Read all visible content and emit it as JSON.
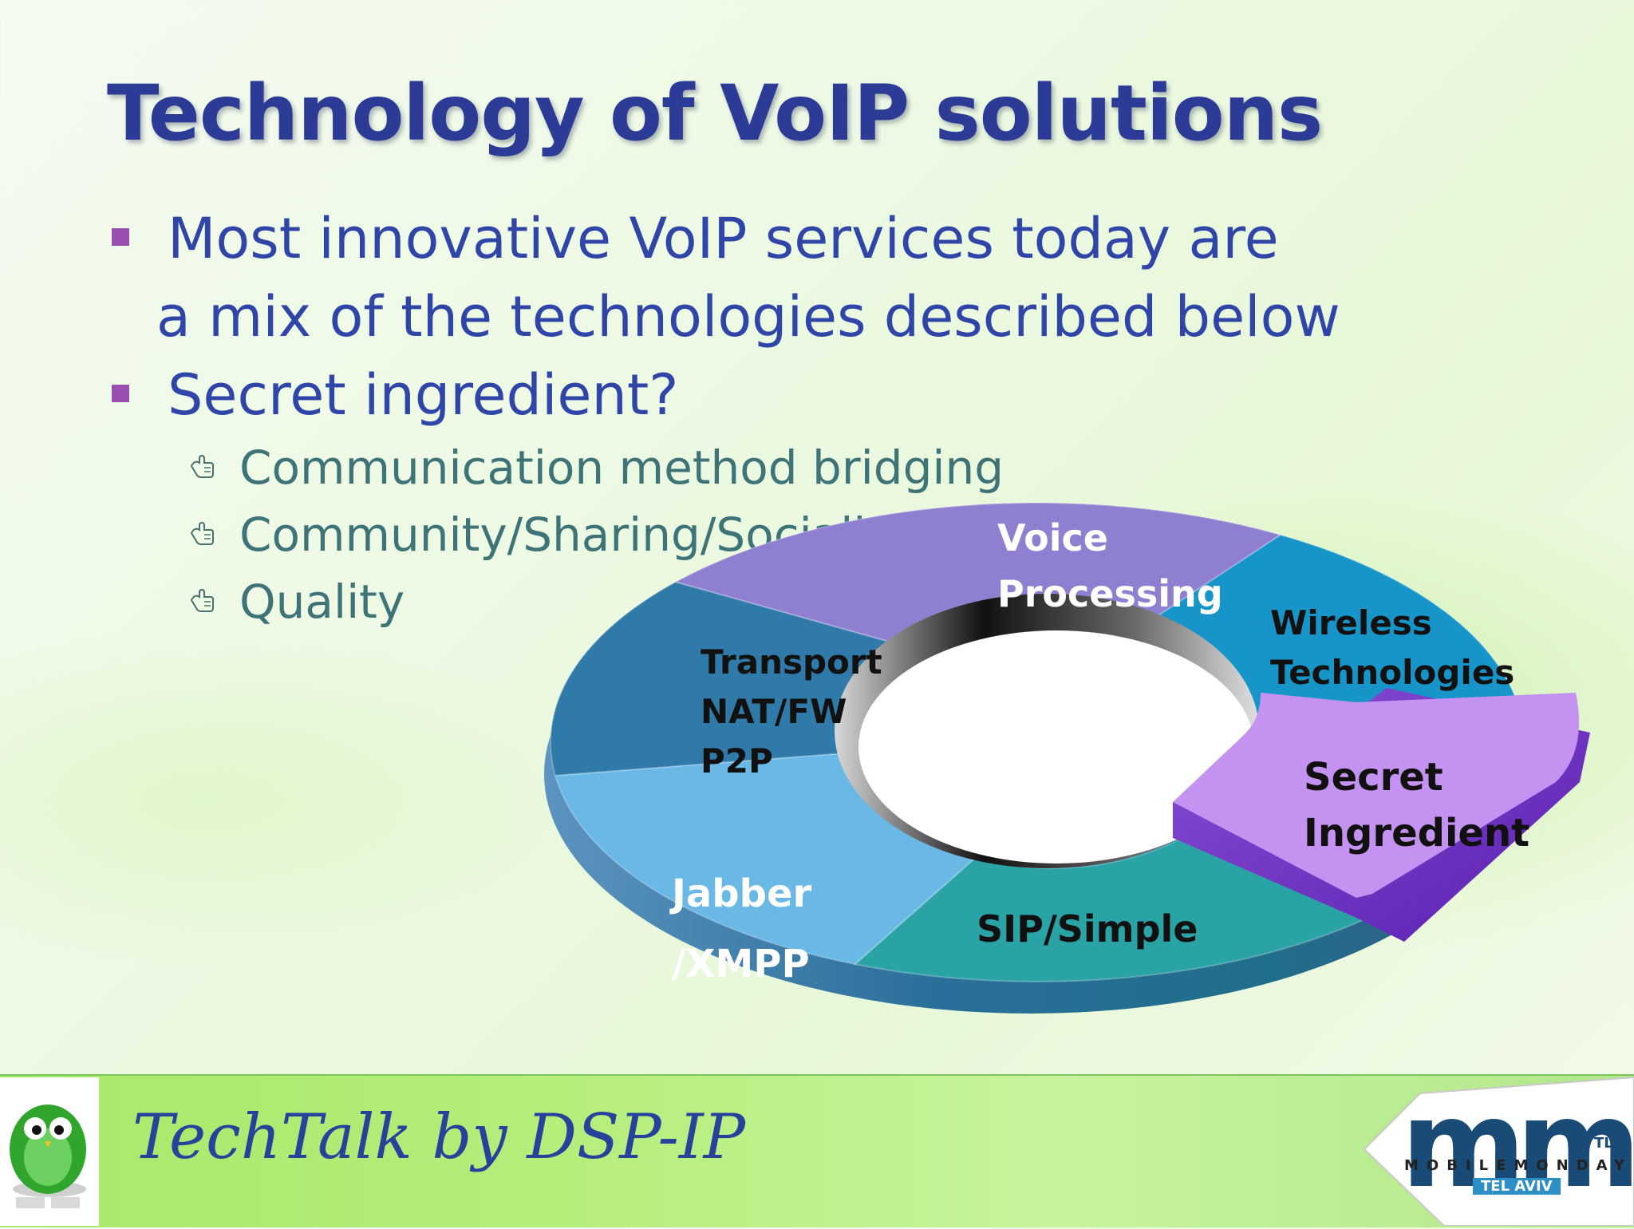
{
  "slide": {
    "title": "Technology of VoIP solutions",
    "bullets": [
      {
        "line1": "Most innovative VoIP services today are",
        "line2": "a mix of the technologies described below"
      },
      {
        "line1": "Secret ingredient?"
      }
    ],
    "sub_bullets": [
      "Communication method bridging",
      "Community/Sharing/Socializing",
      "Quality"
    ]
  },
  "diagram": {
    "segments": [
      {
        "id": "voice",
        "label_lines": [
          "Voice",
          "Processing"
        ],
        "color": "#8e7fd0",
        "text_color": "#ffffff"
      },
      {
        "id": "wireless",
        "label_lines": [
          "Wireless",
          "Technologies"
        ],
        "color": "#1795c9",
        "text_color": "#111111"
      },
      {
        "id": "secret",
        "label_lines": [
          "Secret",
          "Ingredient"
        ],
        "color": "#c492f0",
        "text_color": "#111111"
      },
      {
        "id": "sip",
        "label_lines": [
          "SIP/Simple"
        ],
        "color": "#2aa3a6",
        "text_color": "#111111"
      },
      {
        "id": "jabber",
        "label_lines": [
          "Jabber",
          "/XMPP"
        ],
        "color": "#6ab8e6",
        "text_color": "#ffffff"
      },
      {
        "id": "transport",
        "label_lines": [
          "Transport",
          "NAT/FW",
          "P2P"
        ],
        "color": "#2f7aa8",
        "text_color": "#111111"
      }
    ]
  },
  "footer": {
    "text": "TechTalk by DSP-IP",
    "logo": {
      "mark": "mm",
      "tlv": "TLV",
      "brand": "MOBILEMONDAY™",
      "city": "TEL AVIV"
    }
  }
}
